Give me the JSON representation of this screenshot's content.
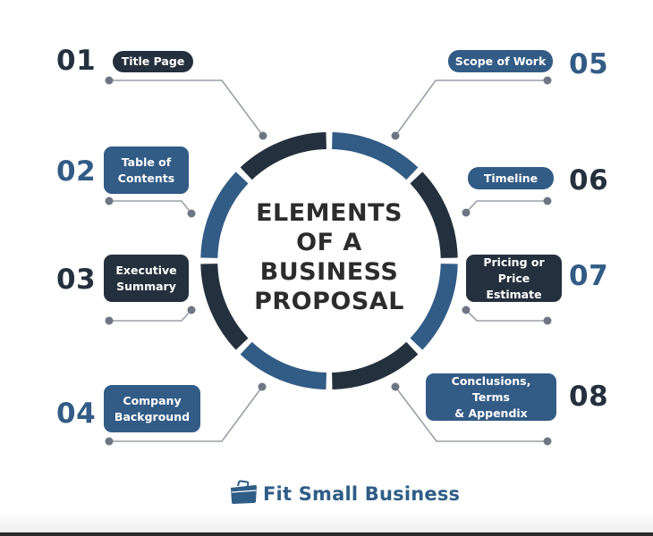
{
  "diagram": {
    "title_lines": [
      "ELEMENTS",
      "OF A",
      "BUSINESS",
      "PROPOSAL"
    ],
    "colors": {
      "dark": "#25303e",
      "blue": "#325b86",
      "connector": "#9a9ea6",
      "dot": "#6e7684"
    },
    "elements": [
      {
        "number": "01",
        "label": "Title Page",
        "style": "dark",
        "number_color": "dark"
      },
      {
        "number": "02",
        "label": "Table of Contents",
        "style": "blue",
        "number_color": "blue"
      },
      {
        "number": "03",
        "label": "Executive Summary",
        "style": "dark",
        "number_color": "dark"
      },
      {
        "number": "04",
        "label": "Company Background",
        "style": "blue",
        "number_color": "blue"
      },
      {
        "number": "05",
        "label": "Scope of Work",
        "style": "blue",
        "number_color": "blue"
      },
      {
        "number": "06",
        "label": "Timeline",
        "style": "blue",
        "number_color": "dark"
      },
      {
        "number": "07",
        "label": "Pricing or Price Estimate",
        "style": "dark",
        "number_color": "blue"
      },
      {
        "number": "08",
        "label": "Conclusions, Terms & Appendix",
        "style": "blue",
        "number_color": "dark"
      }
    ],
    "label_lines": {
      "e1": [
        "Title Page"
      ],
      "e2": [
        "Table of",
        "Contents"
      ],
      "e3": [
        "Executive",
        "Summary"
      ],
      "e4": [
        "Company",
        "Background"
      ],
      "e5": [
        "Scope of Work"
      ],
      "e6": [
        "Timeline"
      ],
      "e7": [
        "Pricing or",
        "Price Estimate"
      ],
      "e8": [
        "Conclusions, Terms",
        "& Appendix"
      ]
    },
    "ring_segments": [
      "blue",
      "dark",
      "blue",
      "dark",
      "blue",
      "dark",
      "blue",
      "dark"
    ]
  },
  "brand": {
    "name": "Fit Small Business",
    "icon": "briefcase-icon",
    "color": "#2f5d86"
  }
}
